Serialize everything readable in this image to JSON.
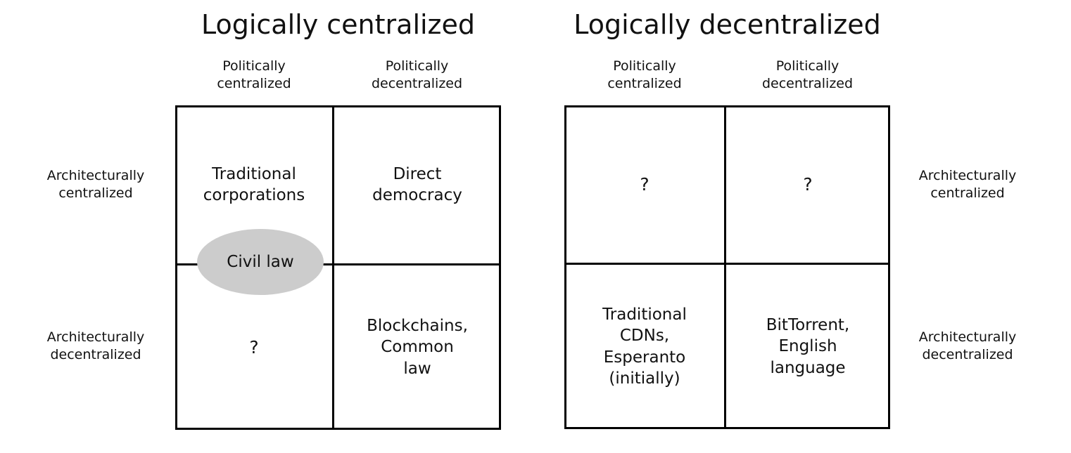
{
  "colors": {
    "background": "#ffffff",
    "line": "#000000",
    "text": "#111111",
    "ellipse_fill": "#cccccc"
  },
  "panels": [
    {
      "title": "Logically centralized",
      "column_headers": [
        "Politically\ncentralized",
        "Politically\ndecentralized"
      ],
      "row_labels": [
        "Architecturally\ncentralized",
        "Architecturally\ndecentralized"
      ],
      "row_label_side": "left",
      "cells": {
        "top_left": "Traditional\ncorporations",
        "top_right": "Direct\ndemocracy",
        "bottom_left": "?",
        "bottom_right": "Blockchains,\nCommon\nlaw"
      },
      "overlay_ellipse": {
        "label": "Civil law",
        "fill": "#cccccc"
      }
    },
    {
      "title": "Logically decentralized",
      "column_headers": [
        "Politically\ncentralized",
        "Politically\ndecentralized"
      ],
      "row_labels": [
        "Architecturally\ncentralized",
        "Architecturally\ndecentralized"
      ],
      "row_label_side": "right",
      "cells": {
        "top_left": "?",
        "top_right": "?",
        "bottom_left": "Traditional\nCDNs,\nEsperanto\n(initially)",
        "bottom_right": "BitTorrent,\nEnglish\nlanguage"
      }
    }
  ]
}
